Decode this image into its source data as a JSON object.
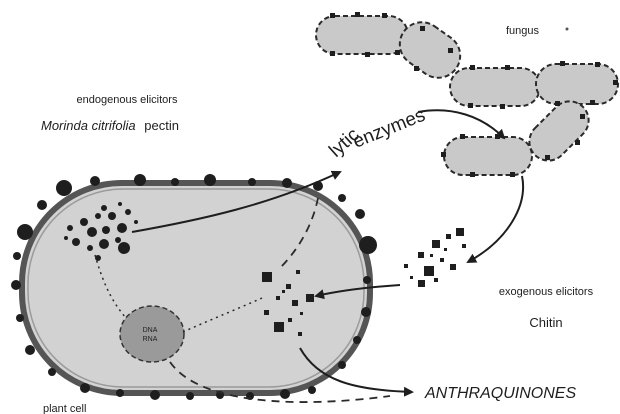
{
  "labels": {
    "fungus": "fungus",
    "endogenous_elicitors": "endogenous elicitors",
    "pectin_species": "Morinda citrifolia",
    "pectin_word": "pectin",
    "lytic": "lytic",
    "enzymes": "enzymes",
    "exogenous_elicitors": "exogenous elicitors",
    "chitin": "Chitin",
    "anthraquinones": "ANTHRAQUINONES",
    "plant_cell": "plant cell",
    "dna": "DNA",
    "rna": "RNA"
  },
  "colors": {
    "cell_fill": "#d2d2d2",
    "cell_wall": "#555555",
    "fungus_fill": "#c9c9c9",
    "nucleus_fill": "#9a9a9a",
    "ink": "#1e1e1e"
  }
}
